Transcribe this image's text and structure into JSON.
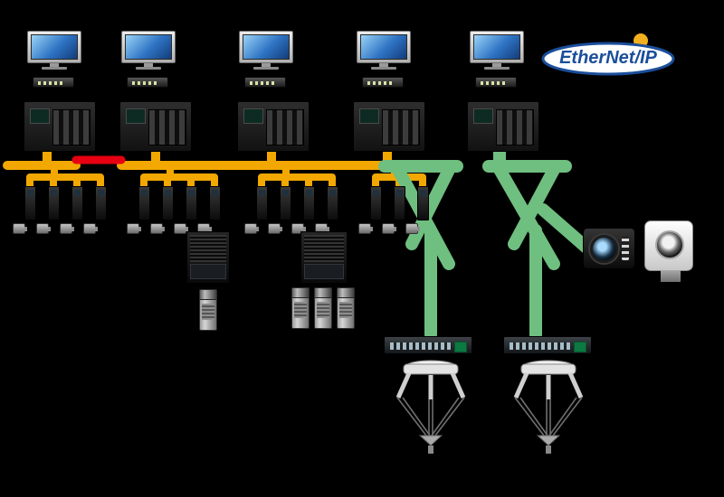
{
  "diagram": {
    "background": "#000000",
    "description_counts": {
      "workstation_count": 5,
      "plc_count": 5,
      "servo_axis_counts": [
        4,
        4,
        4,
        3
      ],
      "ipc_count": 2,
      "camera_counts": [
        1,
        3
      ],
      "smart_camera_count": 1,
      "vision_sensor_count": 1,
      "ethernet_switch_count": 2,
      "delta_robot_count": 2
    }
  },
  "logo": {
    "text": "EtherNet/IP",
    "text_color": "#1B4E9B",
    "oval_fill": "#FFFFFF",
    "oval_stroke": "#1B4E9B",
    "sun_color": "#F2B01E"
  },
  "colors": {
    "ethercat": "#F2A800",
    "fault": "#E60012",
    "ethernet_ip": "#6FBF80"
  }
}
